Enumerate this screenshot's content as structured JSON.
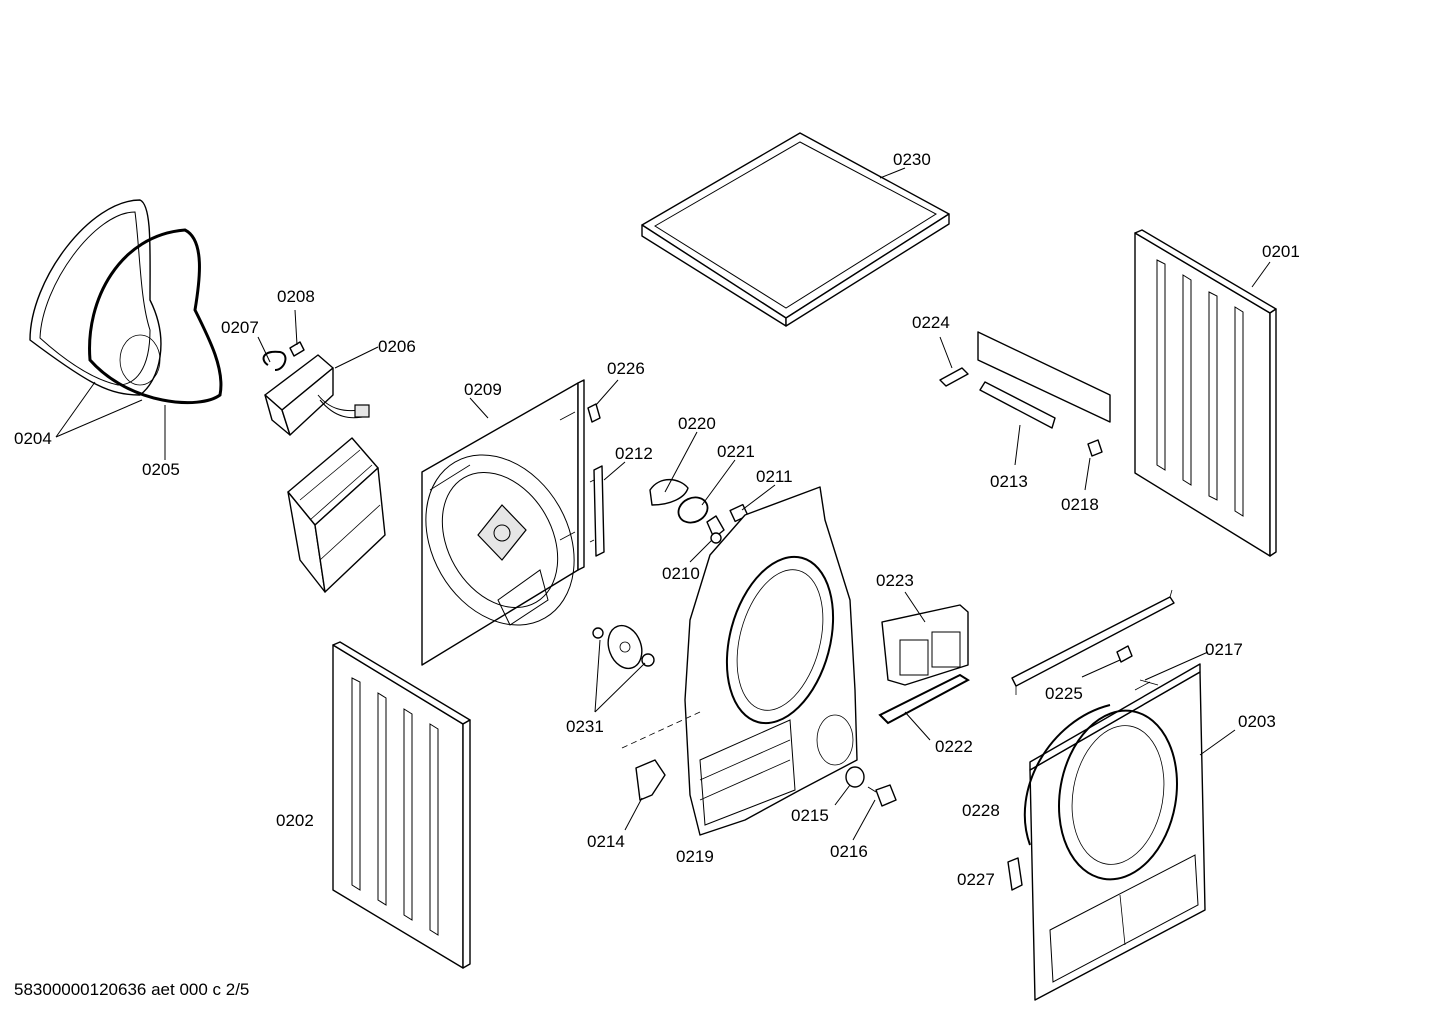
{
  "footer": "58300000120636 aet 000 c 2/5",
  "labels": {
    "p0201": "0201",
    "p0202": "0202",
    "p0203": "0203",
    "p0204": "0204",
    "p0205": "0205",
    "p0206": "0206",
    "p0207": "0207",
    "p0208": "0208",
    "p0209": "0209",
    "p0210": "0210",
    "p0211": "0211",
    "p0212": "0212",
    "p0213": "0213",
    "p0214": "0214",
    "p0215": "0215",
    "p0216": "0216",
    "p0217": "0217",
    "p0218": "0218",
    "p0219": "0219",
    "p0220": "0220",
    "p0221": "0221",
    "p0222": "0222",
    "p0223": "0223",
    "p0224": "0224",
    "p0225": "0225",
    "p0226": "0226",
    "p0227": "0227",
    "p0228": "0228",
    "p0230": "0230",
    "p0231": "0231"
  }
}
